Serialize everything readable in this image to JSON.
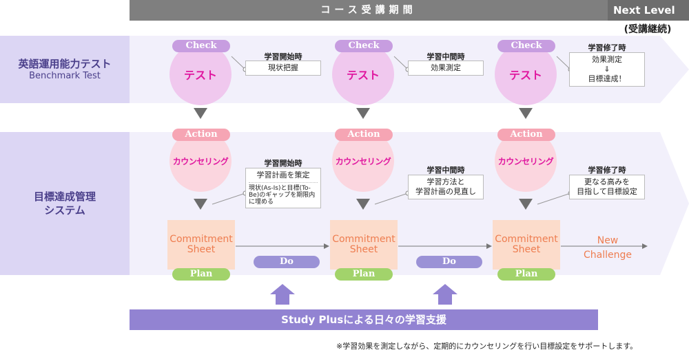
{
  "header": {
    "period_label": "コース受講期間",
    "next_level": "Next Level",
    "next_level_sub": "(受講継続)"
  },
  "rows": {
    "benchmark": {
      "title": "英語運用能力テスト",
      "subtitle": "Benchmark Test"
    },
    "management": {
      "title": "目標達成管理",
      "subtitle": "システム"
    }
  },
  "phases": [
    {
      "check_pill": "Check",
      "test_label": "テスト",
      "test_caption": "学習開始時",
      "test_note": "現状把握",
      "action_pill": "Action",
      "counsel_label": "カウンセリング",
      "counsel_caption": "学習開始時",
      "counsel_note": "学習計画を策定",
      "counsel_detail": "現状(As-Is)と目標(To-Be)のギャップを期限内に埋める",
      "sheet_label": "Commitment Sheet",
      "plan_pill": "Plan"
    },
    {
      "check_pill": "Check",
      "test_label": "テスト",
      "test_caption": "学習中間時",
      "test_note": "効果測定",
      "action_pill": "Action",
      "counsel_label": "カウンセリング",
      "counsel_caption": "学習中間時",
      "counsel_note": "学習方法と\n学習計画の見直し",
      "sheet_label": "Commitment Sheet",
      "plan_pill": "Plan"
    },
    {
      "check_pill": "Check",
      "test_label": "テスト",
      "test_caption": "学習修了時",
      "test_note_1": "効果測定",
      "test_note_arrow": "⇓",
      "test_note_2": "目標達成！",
      "action_pill": "Action",
      "counsel_label": "カウンセリング",
      "counsel_caption": "学習修了時",
      "counsel_note": "更なる高みを\n目指して目標設定",
      "sheet_label": "Commitment Sheet",
      "plan_pill": "Plan"
    }
  ],
  "do_pills": [
    "Do",
    "Do"
  ],
  "new_challenge": "New\nChallenge",
  "study_plus": "Study Plusによる日々の学習支援",
  "footnote": "※学習効果を測定しながら、定期的にカウンセリングを行い目標設定をサポートします。",
  "colors": {
    "accent_pink": "#e0179f",
    "sheet_orange": "#ee7d50",
    "row_lilac": "#dcd6f4",
    "study_purple": "#9283d2"
  }
}
